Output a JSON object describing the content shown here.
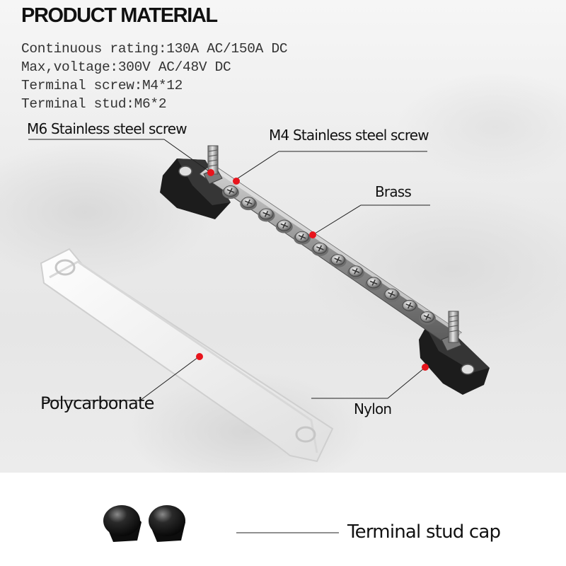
{
  "heading": "PRODUCT MATERIAL",
  "specs": [
    "Continuous rating:130A AC/150A DC",
    "Max,voltage:300V AC/48V DC",
    "Terminal screw:M4*12",
    "Terminal stud:M6*2"
  ],
  "callouts": {
    "m6_screw": "M6 Stainless steel screw",
    "m4_screw": "M4 Stainless steel screw",
    "brass": "Brass",
    "polycarbonate": "Polycarbonate",
    "nylon": "Nylon",
    "stud_cap": "Terminal stud cap"
  },
  "screw_count": 12,
  "colors": {
    "marker": "#e8141c",
    "nylon_base": "#1c1c1c",
    "steel": "#9a9a9a",
    "polycarbonate": "#f2f2f2"
  }
}
